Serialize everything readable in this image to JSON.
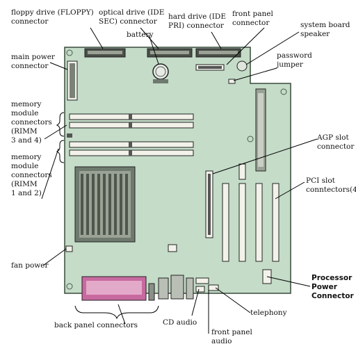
{
  "colors": {
    "board": "#c4dcc8",
    "board_edge": "#3a4a3c",
    "component": "#6f7a6f",
    "slot": "#f2f2ea",
    "leader": "#000000"
  },
  "labels": {
    "floppy": "floppy drive (FLOPPY)\nconnector",
    "optical": "optical drive (IDE\nSEC) connector",
    "harddrive": "hard drive (IDE\nPRI) connector",
    "frontpanel": "front panel\nconnector",
    "systemspeaker": "system board\nspeaker",
    "battery": "battery",
    "mainpower": "main power\nconnector",
    "password": "password\njumper",
    "memory34": "memory\nmodule\nconnectors\n(RIMM\n3 and 4)",
    "memory12": "memory\nmodule\nconnectors\n(RIMM\n1 and 2)",
    "agp": "AGP slot\nconnector",
    "pci": "PCI slot\nconntectors(4)",
    "fanpower": "fan power",
    "processorpower": "Processor\nPower\nConnector",
    "backpanel": "back panel connectors",
    "cdaudio": "CD audio",
    "frontpanelaudio": "front panel\naudio",
    "telephony": "telephony"
  }
}
